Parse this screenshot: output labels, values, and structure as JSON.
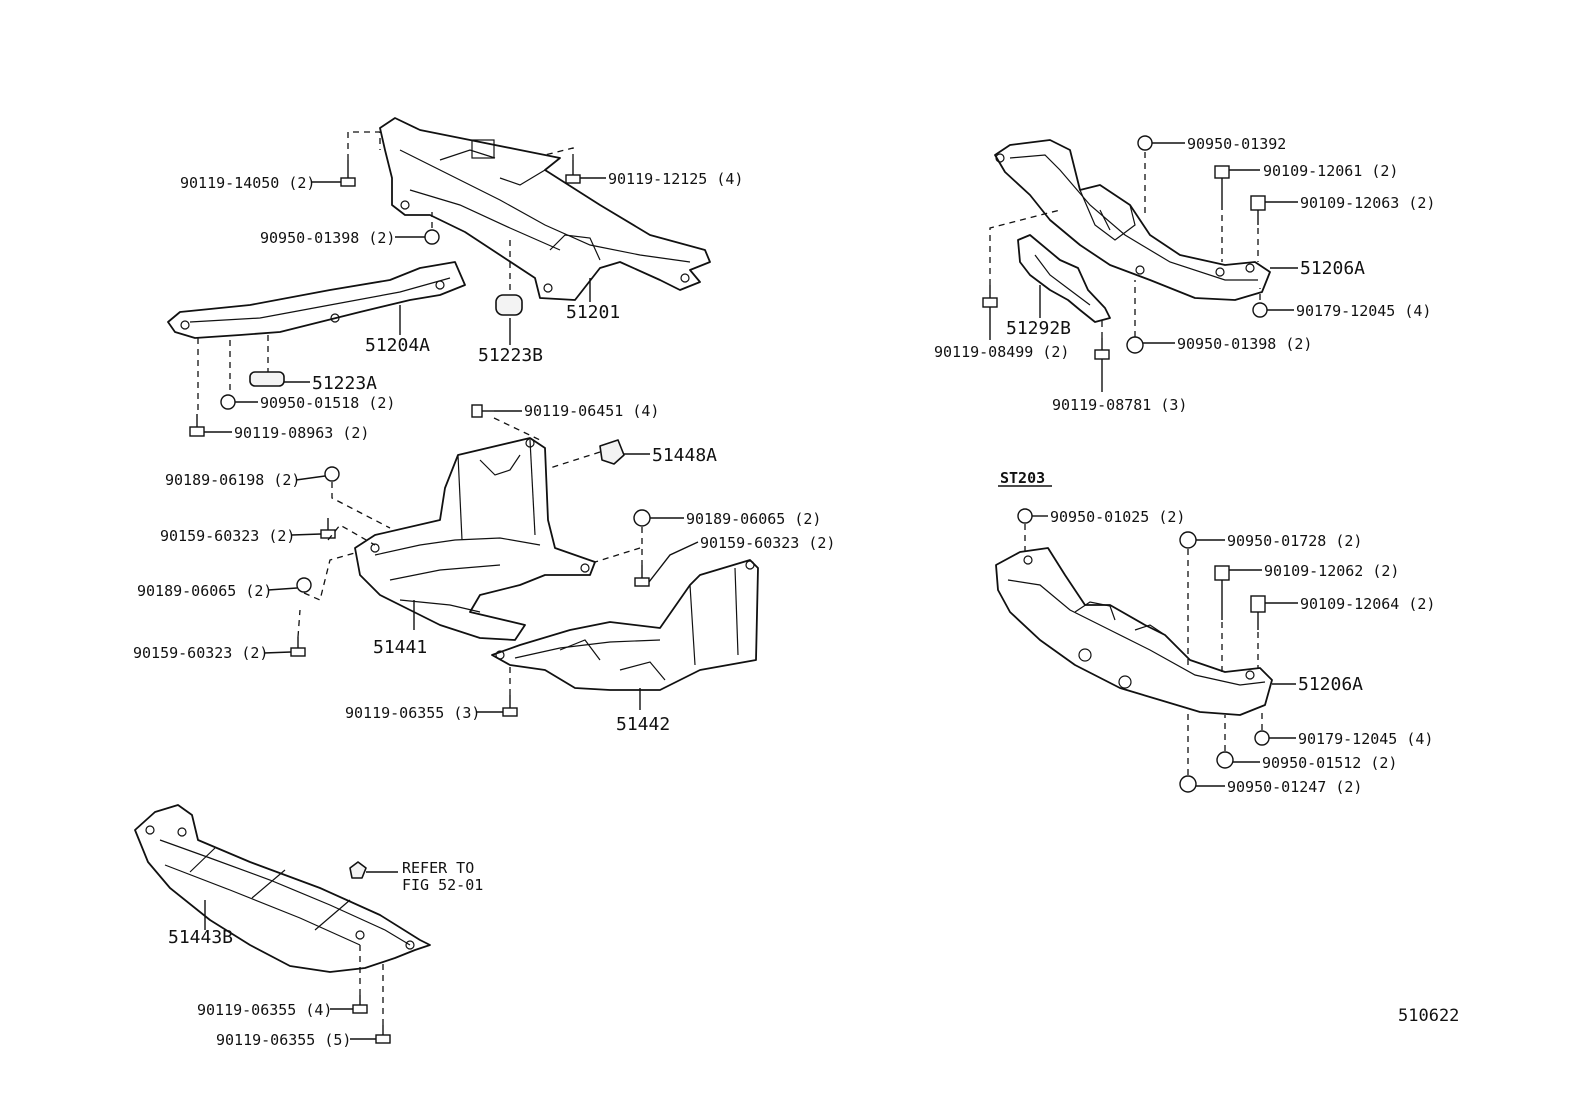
{
  "labels": {
    "l_90119_14050": "90119-14050 (2)",
    "l_90119_12125": "90119-12125 (4)",
    "l_90950_01398_a": "90950-01398 (2)",
    "l_51201": "51201",
    "l_51223B": "51223B",
    "l_51204A": "51204A",
    "l_51223A": "51223A",
    "l_90950_01518": "90950-01518 (2)",
    "l_90119_08963": "90119-08963 (2)",
    "l_90119_06451": "90119-06451 (4)",
    "l_51448A": "51448A",
    "l_90189_06198": "90189-06198 (2)",
    "l_90159_60323_a": "90159-60323 (2)",
    "l_90189_06065_a": "90189-06065 (2)",
    "l_90159_60323_b": "90159-60323 (2)",
    "l_90189_06065_b": "90189-06065 (2)",
    "l_90159_60323_c": "90159-60323 (2)",
    "l_51441": "51441",
    "l_90119_06355_a": "90119-06355 (3)",
    "l_51442": "51442",
    "l_51443B": "51443B",
    "l_90119_06355_b": "90119-06355 (4)",
    "l_90119_06355_c": "90119-06355 (5)",
    "l_90950_01392": "90950-01392",
    "l_90109_12061": "90109-12061 (2)",
    "l_90109_12063": "90109-12063 (2)",
    "l_51206A_a": "51206A",
    "l_90179_12045_a": "90179-12045 (4)",
    "l_51292B": "51292B",
    "l_90950_01398_b": "90950-01398 (2)",
    "l_90119_08499": "90119-08499 (2)",
    "l_90119_08781": "90119-08781 (3)",
    "l_90950_01025": "90950-01025 (2)",
    "l_90950_01728": "90950-01728 (2)",
    "l_90109_12062": "90109-12062 (2)",
    "l_90109_12064": "90109-12064 (2)",
    "l_51206A_b": "51206A",
    "l_90179_12045_b": "90179-12045 (4)",
    "l_90950_01512": "90950-01512 (2)",
    "l_90950_01247": "90950-01247 (2)"
  },
  "refer_note": {
    "line1": "REFER TO",
    "line2": "FIG 52-01"
  },
  "section_tag": "ST203",
  "figure_code": "510622"
}
